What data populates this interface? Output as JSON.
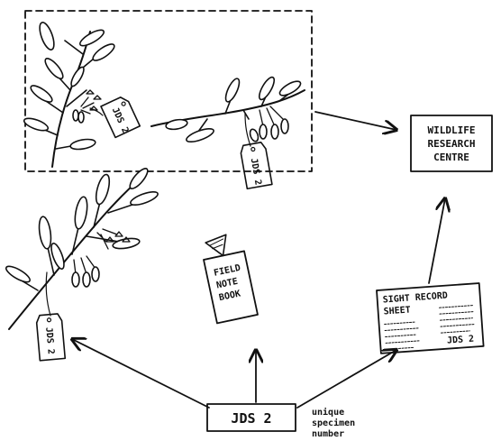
{
  "center": {
    "label": "WILDLIFE\nRESEARCH\nCENTRE",
    "lines": [
      "WILDLIFE",
      "RESEARCH",
      "CENTRE"
    ]
  },
  "tags": {
    "pressed_left": "JDS 2",
    "pressed_right": "JDS 2",
    "fresh": "JDS 2"
  },
  "notebook": {
    "lines": [
      "FIELD",
      "NOTE",
      "BOOK"
    ]
  },
  "sight_sheet": {
    "title_lines": [
      "SIGHT RECORD",
      "SHEET"
    ],
    "id": "JDS 2"
  },
  "source": {
    "label": "JDS 2",
    "note_lines": [
      "unique",
      "specimen",
      "number"
    ]
  }
}
